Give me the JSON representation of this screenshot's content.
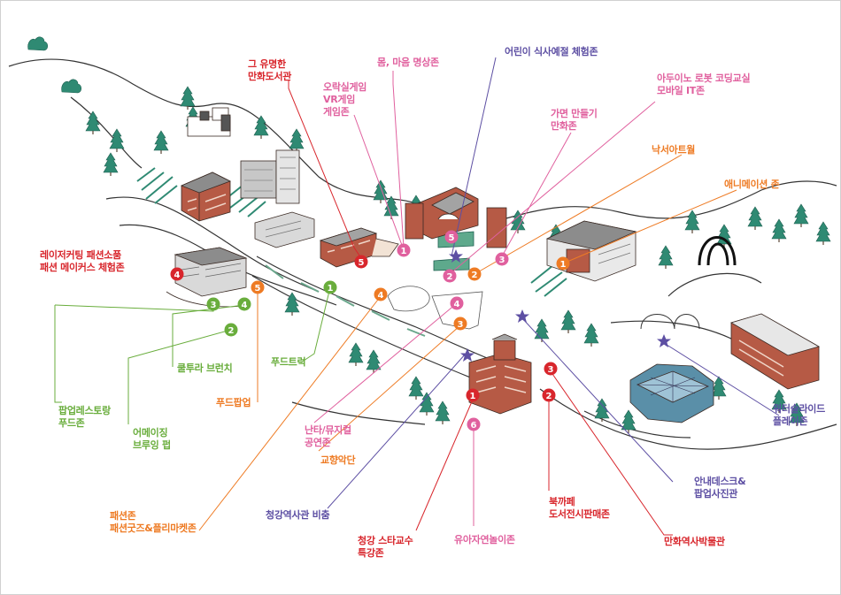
{
  "map": {
    "colors": {
      "red": "#d8262c",
      "pink": "#e0609e",
      "purple": "#5d4fa3",
      "orange": "#ee7b24",
      "green": "#69ad3c",
      "building": "#b65a45",
      "tree": "#2f8a73"
    },
    "labels": {
      "famous_comic_library": "그 유명한\n만화도서관",
      "arcade_vr_game": "오락실게임\nVR게임\n게임존",
      "body_mind_meditation": "몸, 마음 명상존",
      "kids_table_manners": "어린이 식사예절 체험존",
      "arduino_robot_coding": "아두이노 로봇 코딩교실\n모바일 IT존",
      "mask_making_comic": "가면 만들기\n만화존",
      "graffiti_art_wall": "낙서아트월",
      "animation_zone": "애니메이션 존",
      "laser_cutting_fashion": "레이저커팅 패션소품\n패션 메이커스 체험존",
      "popup_restaurant_food": "팝업레스토랑\n푸드존",
      "aging_brewing_pub": "어메이징\n브루잉 펍",
      "cool_brunch": "쿨투라 브런치",
      "food_truck": "푸드트럭",
      "food_popup": "푸드팝업",
      "nanta_musical": "난타/뮤지컬\n공연존",
      "orchestra": "교향악단",
      "fashion_zone": "패션존\n패션굿즈&플리마켓존",
      "cheonggang_history_secret": "청강역사관 비춤",
      "cheonggang_star_professor": "청강 스타교수\n특강존",
      "kids_nature_play": "유아자연놀이존",
      "book_cafe": "북까페\n도서전시판매존",
      "comic_history_museum": "만화역사박물관",
      "info_desk_photo": "안내데스크&\n팝업사진관",
      "water_slide_play": "워터슬라이드\n플레이존"
    },
    "markers": {
      "red_1": "1",
      "red_2": "2",
      "red_3": "3",
      "red_4": "4",
      "red_5": "5",
      "pink_1": "1",
      "pink_2": "2",
      "pink_3": "3",
      "pink_4": "4",
      "pink_5": "5",
      "pink_6": "6",
      "orange_1": "1",
      "orange_2": "2",
      "orange_3": "3",
      "orange_4": "4",
      "orange_5": "5",
      "green_1": "1",
      "green_2": "2",
      "green_3": "3",
      "green_4": "4"
    }
  }
}
